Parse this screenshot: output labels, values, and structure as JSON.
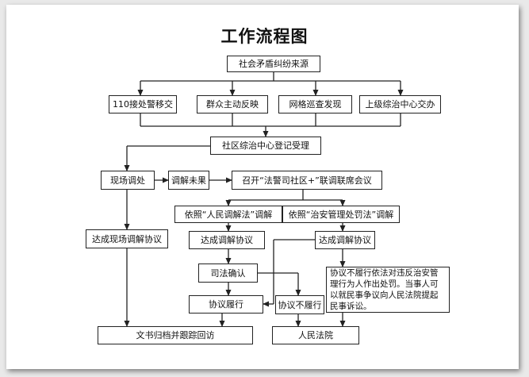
{
  "title": "工作流程图",
  "nodes": {
    "source": "社会矛盾纠纷来源",
    "transfer110": "110接处警移交",
    "masses": "群众主动反映",
    "grid": "网格巡查发现",
    "upper": "上级综治中心交办",
    "register": "社区综治中心登记受理",
    "onsite": "现场调处",
    "failed": "调解未果",
    "meeting": "召开“法警司社区+”联调联席会议",
    "peopleLaw": "依照“人民调解法”调解",
    "securityLaw": "依照“治安管理处罚法”调解",
    "onsiteAgree": "达成现场调解协议",
    "agree1": "达成调解协议",
    "agree2": "达成调解协议",
    "judicial": "司法确认",
    "penalty": "协议不履行依法对违反治安管理行为人作出处罚。当事人可以就民事争议向人民法院提起民事诉讼。",
    "perform": "协议履行",
    "notPerform": "协议不履行",
    "archive": "文书归档并跟踪回访",
    "court": "人民法院"
  },
  "colors": {
    "line": "#222222",
    "border": "#222222",
    "sheet": "#ffffff",
    "bg": "#e9e9e9"
  }
}
